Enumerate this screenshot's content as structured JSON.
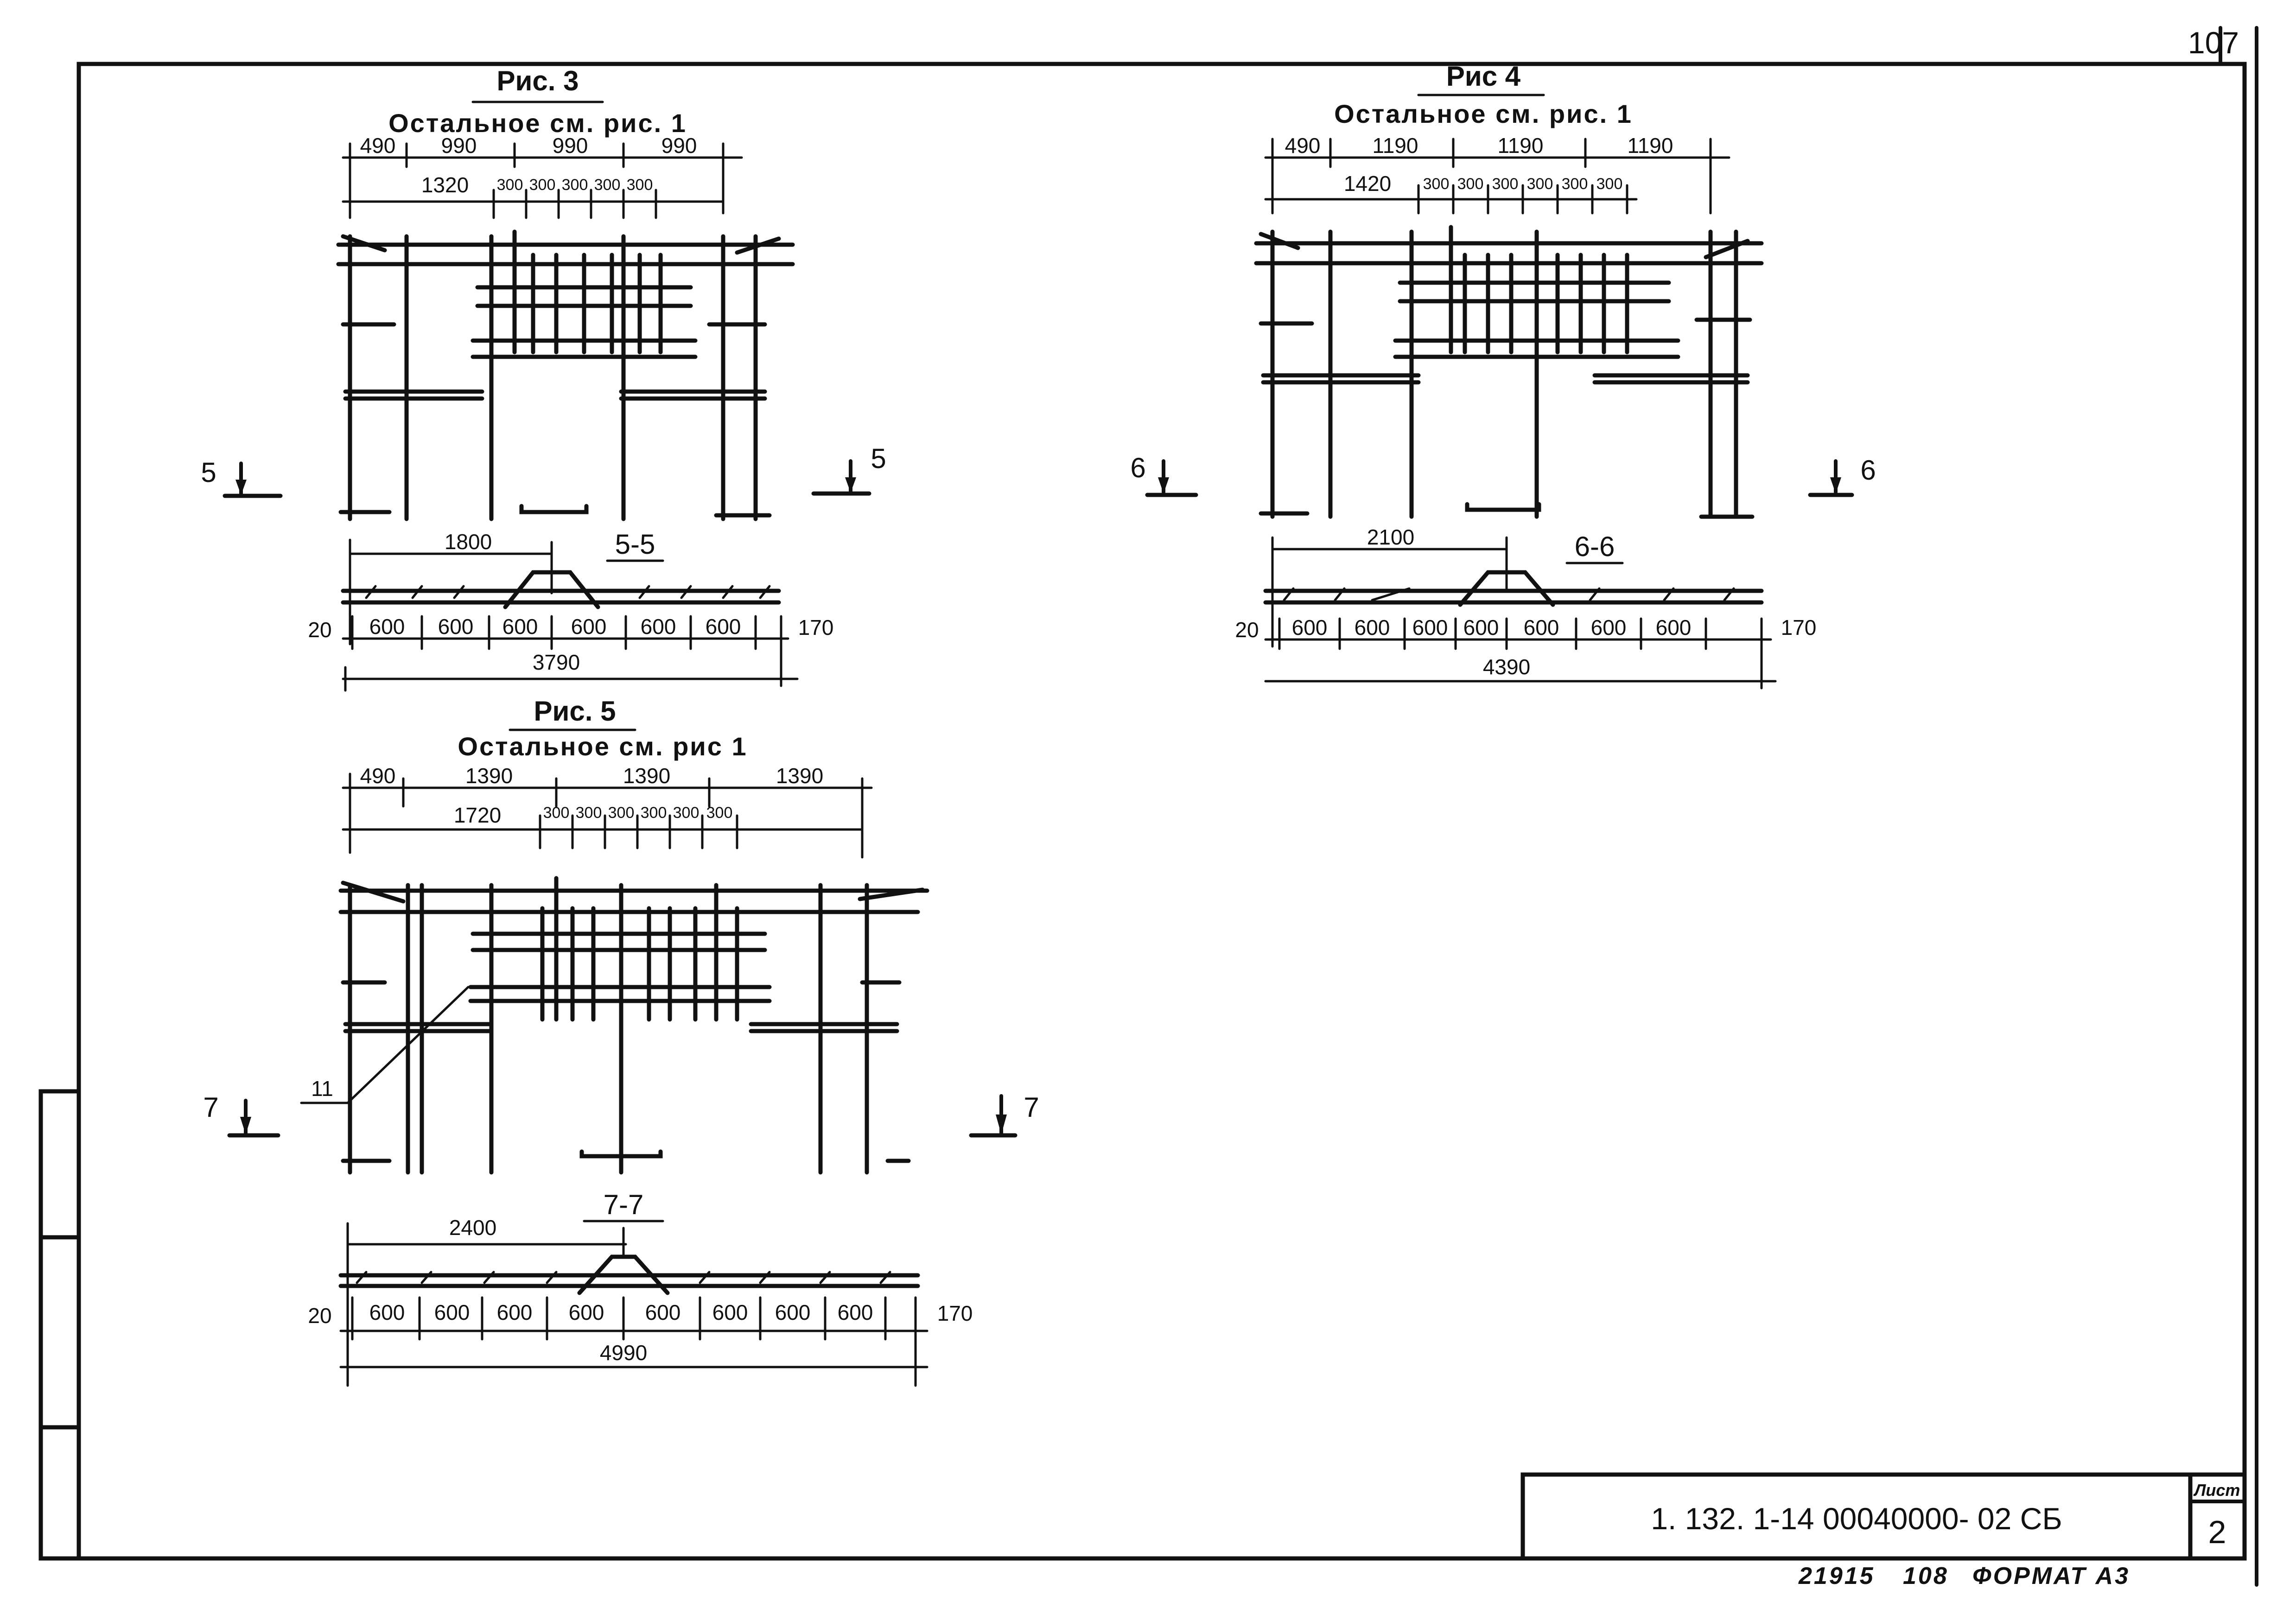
{
  "page_number": "107",
  "figures": [
    {
      "id": "fig3",
      "title": "Рис. 3",
      "subtitle": "Остальное см. рис. 1",
      "top_dims": [
        "490",
        "990",
        "990",
        "990"
      ],
      "second_dims": [
        "1320",
        "300",
        "300",
        "300",
        "300",
        "300"
      ],
      "section_marker": "5",
      "section_title": "5-5",
      "section_offset": "1800",
      "section_left": "20",
      "section_dims": [
        "600",
        "600",
        "600",
        "600",
        "600",
        "600"
      ],
      "section_right": "170",
      "section_total": "3790"
    },
    {
      "id": "fig4",
      "title": "Рис 4",
      "subtitle": "Остальное см. рис. 1",
      "top_dims": [
        "490",
        "1190",
        "1190",
        "1190"
      ],
      "second_dims": [
        "1420",
        "300",
        "300",
        "300",
        "300",
        "300",
        "300"
      ],
      "section_marker": "6",
      "section_title": "6-6",
      "section_offset": "2100",
      "section_left": "20",
      "section_dims": [
        "600",
        "600",
        "600",
        "600",
        "600",
        "600",
        "600"
      ],
      "section_right": "170",
      "section_total": "4390"
    },
    {
      "id": "fig5",
      "title": "Рис. 5",
      "subtitle": "Остальное см. рис 1",
      "top_dims": [
        "490",
        "1390",
        "1390",
        "1390"
      ],
      "second_dims": [
        "1720",
        "300",
        "300",
        "300",
        "300",
        "300",
        "300"
      ],
      "section_marker": "7",
      "callout": "11",
      "section_title": "7-7",
      "section_offset": "2400",
      "section_left": "20",
      "section_dims": [
        "600",
        "600",
        "600",
        "600",
        "600",
        "600",
        "600",
        "600"
      ],
      "section_right": "170",
      "section_total": "4990"
    }
  ],
  "title_block": {
    "designation": "1. 132. 1-14 00040000- 02 СБ",
    "sheet_label": "Лист",
    "sheet_number": "2"
  },
  "footer": {
    "code": "21915",
    "number": "108",
    "format": "ФОРМАТ А3"
  }
}
